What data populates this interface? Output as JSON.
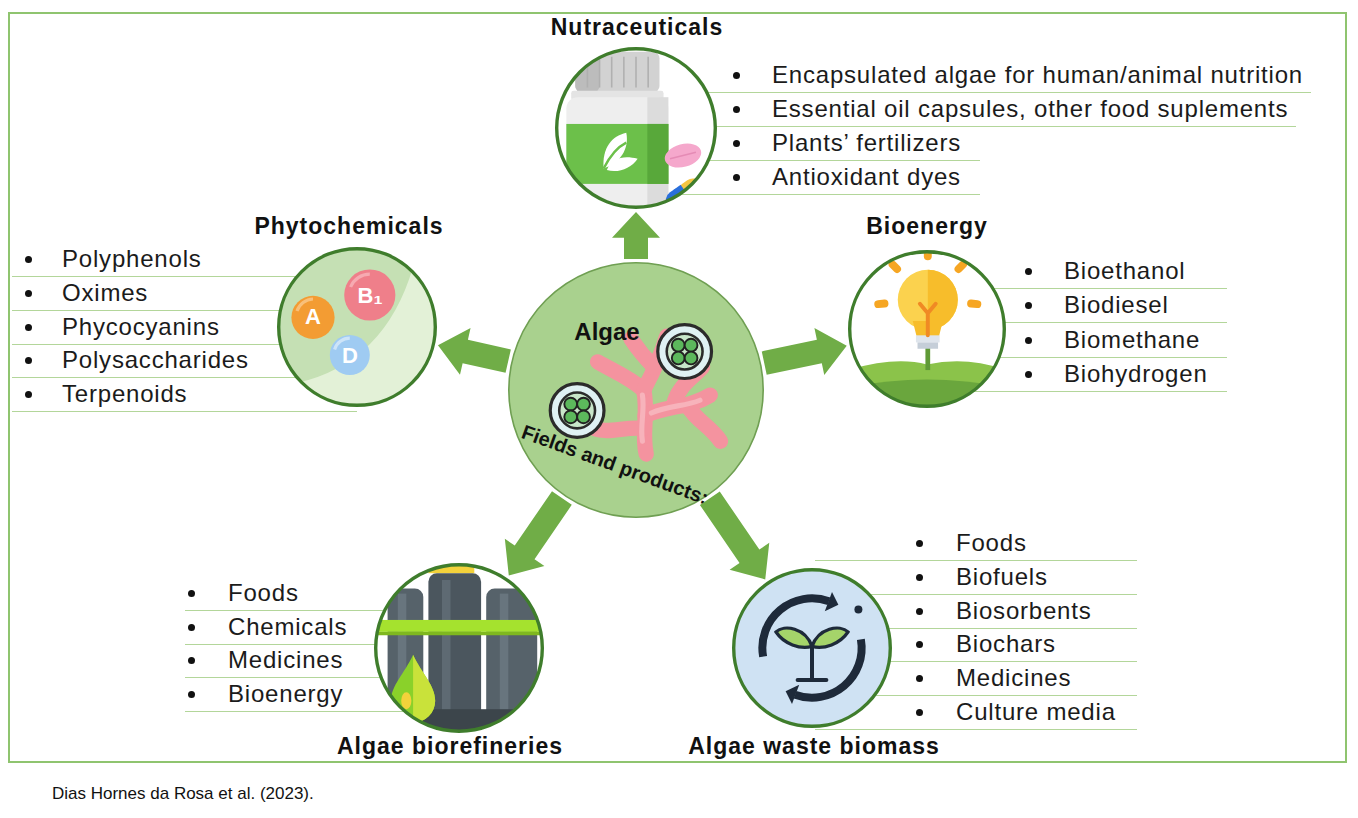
{
  "diagram": {
    "caption": "Dias Hornes da Rosa et al. (2023).",
    "nodes": [
      {
        "text": [
          "Nutraceuticals",
          "Encapsulated algae for human/animal nutrition",
          "Essential oil capsules, other food suplements",
          "Plants’ fertilizers",
          "Antioxidant dyes"
        ]
      },
      {
        "text": [
          "Phytochemicals",
          "Polyphenols",
          "Oximes",
          "Phycocyanins",
          "Polysaccharides",
          "Terpenoids"
        ]
      },
      {
        "text": [
          "Algae",
          "Fields and products:"
        ]
      },
      {
        "text": [
          "Bioenergy",
          "Bioethanol",
          "Biodiesel",
          "Biomethane",
          "Biohydrogen"
        ]
      },
      {
        "text": [
          "Algae biorefineries",
          "Foods",
          "Chemicals",
          "Medicines",
          "Bioenergy"
        ]
      },
      {
        "text": [
          "Algae waste biomass",
          "Foods",
          "Biofuels",
          "Biosorbents",
          "Biochars",
          "Medicines",
          "Culture media"
        ]
      }
    ],
    "edges": [
      {
        "from": 2,
        "to": 0,
        "arrow": "to"
      },
      {
        "from": 2,
        "to": 1,
        "arrow": "to"
      },
      {
        "from": 2,
        "to": 3,
        "arrow": "to"
      },
      {
        "from": 2,
        "to": 4,
        "arrow": "to"
      },
      {
        "from": 2,
        "to": 5,
        "arrow": "to"
      }
    ],
    "labels": [
      "A",
      "B₁",
      "D"
    ]
  }
}
